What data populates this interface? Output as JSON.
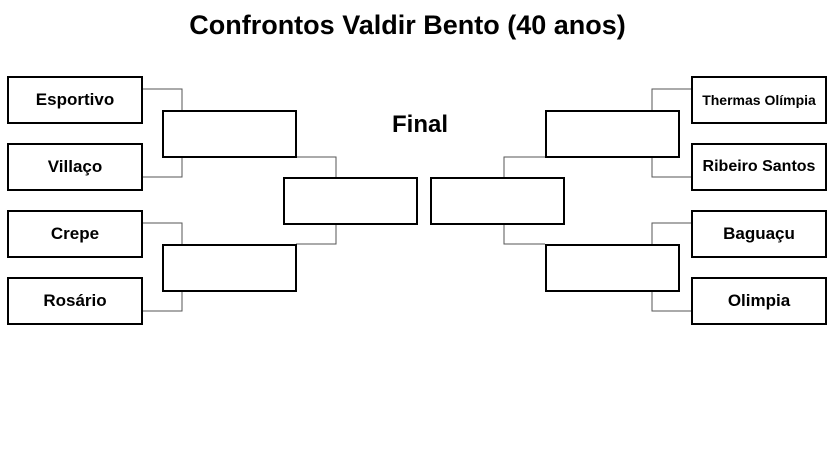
{
  "title": "Confrontos Valdir Bento (40 anos)",
  "final_label": "Final",
  "left_teams": [
    "Esportivo",
    "Villaço",
    "Crepe",
    "Rosário"
  ],
  "right_teams": [
    "Thermas Olímpia",
    "Ribeiro Santos",
    "Baguaçu",
    "Olimpia"
  ]
}
